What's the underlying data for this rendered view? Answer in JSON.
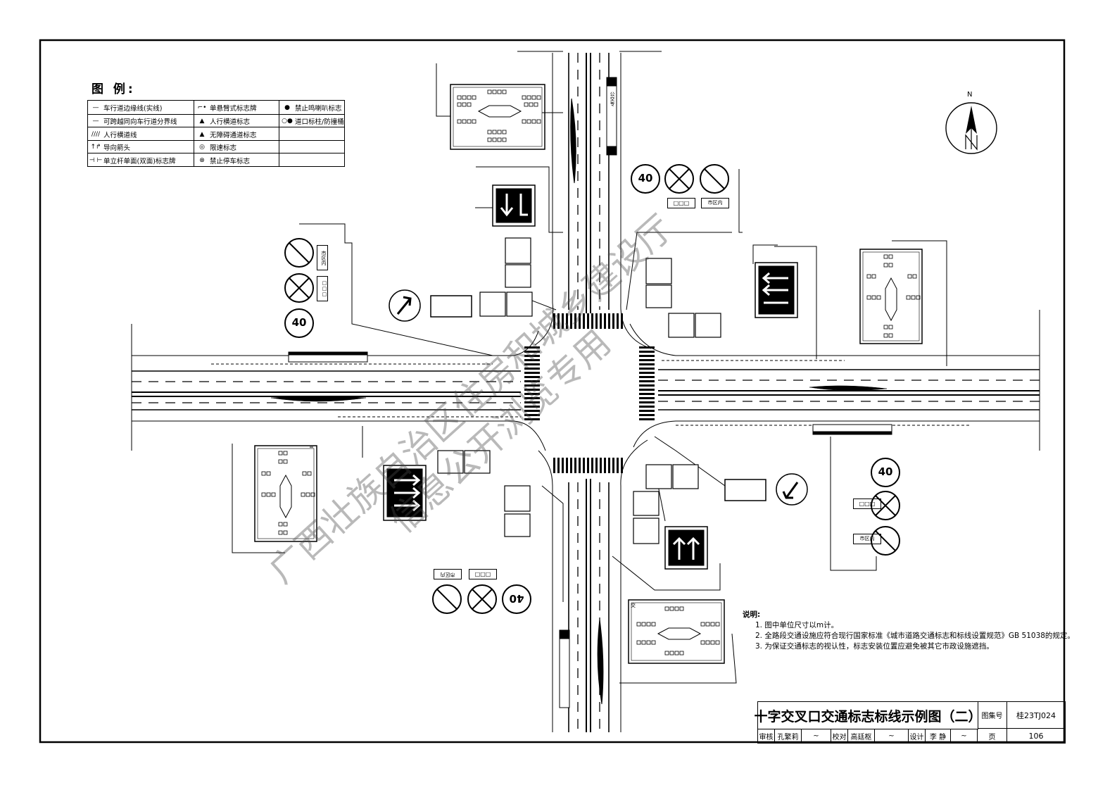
{
  "legend": {
    "title": "图 例:",
    "items": [
      [
        "车行道边缘线(实线)",
        "单悬臂式标志牌",
        "禁止鸣喇叭标志"
      ],
      [
        "可跨越同向车行道分界线",
        "人行横道标志",
        "道口标柱/防撞桶"
      ],
      [
        "人行横道线",
        "无障碍通道标志",
        ""
      ],
      [
        "导向箭头",
        "限速标志",
        ""
      ],
      [
        "单立杆单面(双面)标志牌",
        "禁止停车标志",
        ""
      ]
    ]
  },
  "north": "N",
  "signs": {
    "speed": "40",
    "city_zone": "市区内",
    "box_text": "□□□",
    "guide_label": "交",
    "bus_lane": "公交专"
  },
  "notes": {
    "header": "说明:",
    "items": [
      "1. 图中单位尺寸以m计。",
      "2. 全路段交通设施应符合现行国家标准《城市道路交通标志和标线设置规范》GB 51038的规定。",
      "3. 为保证交通标志的视认性，标志安装位置应避免被其它市政设施遮挡。"
    ]
  },
  "title_block": {
    "title": "十字交叉口交通标志标线示例图（二）",
    "atlas_label": "图集号",
    "atlas_no": "桂23TJ024",
    "review_label": "审核",
    "reviewer": "孔繁莉",
    "check_label": "校对",
    "checker": "高廷枢",
    "design_label": "设计",
    "designer": "李 静",
    "page_label": "页",
    "page_no": "106"
  },
  "watermark": [
    "广西壮族自治区住房和城乡建设厅",
    "信息公开浏览专用"
  ]
}
